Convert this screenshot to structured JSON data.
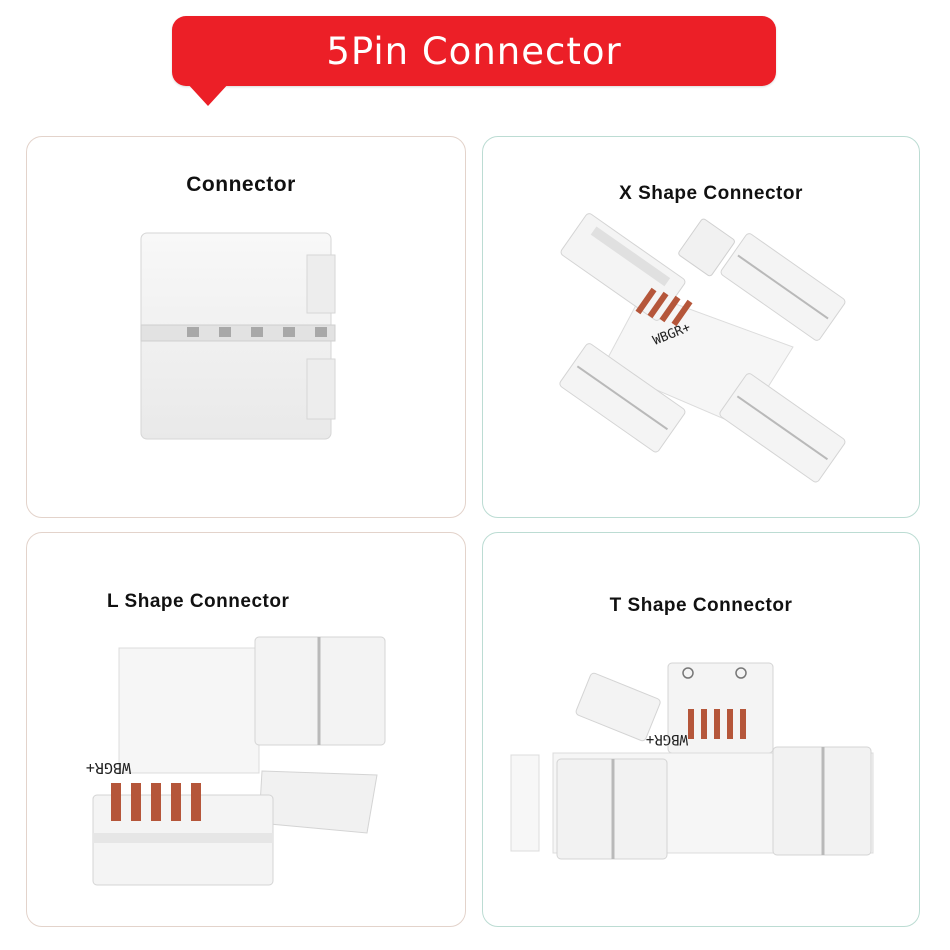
{
  "banner": {
    "title": "5Pin Connector"
  },
  "panels": [
    {
      "title": "Connector"
    },
    {
      "title": "X Shape Connector",
      "pin_label": "WBGR+"
    },
    {
      "title": "L Shape Connector",
      "pin_label": "WBGR+"
    },
    {
      "title": "T Shape Connector",
      "pin_label": "WBGR+"
    }
  ],
  "colors": {
    "banner": "#ec1f27",
    "plastic": "#f3f3f3",
    "copper": "#b5563a"
  }
}
